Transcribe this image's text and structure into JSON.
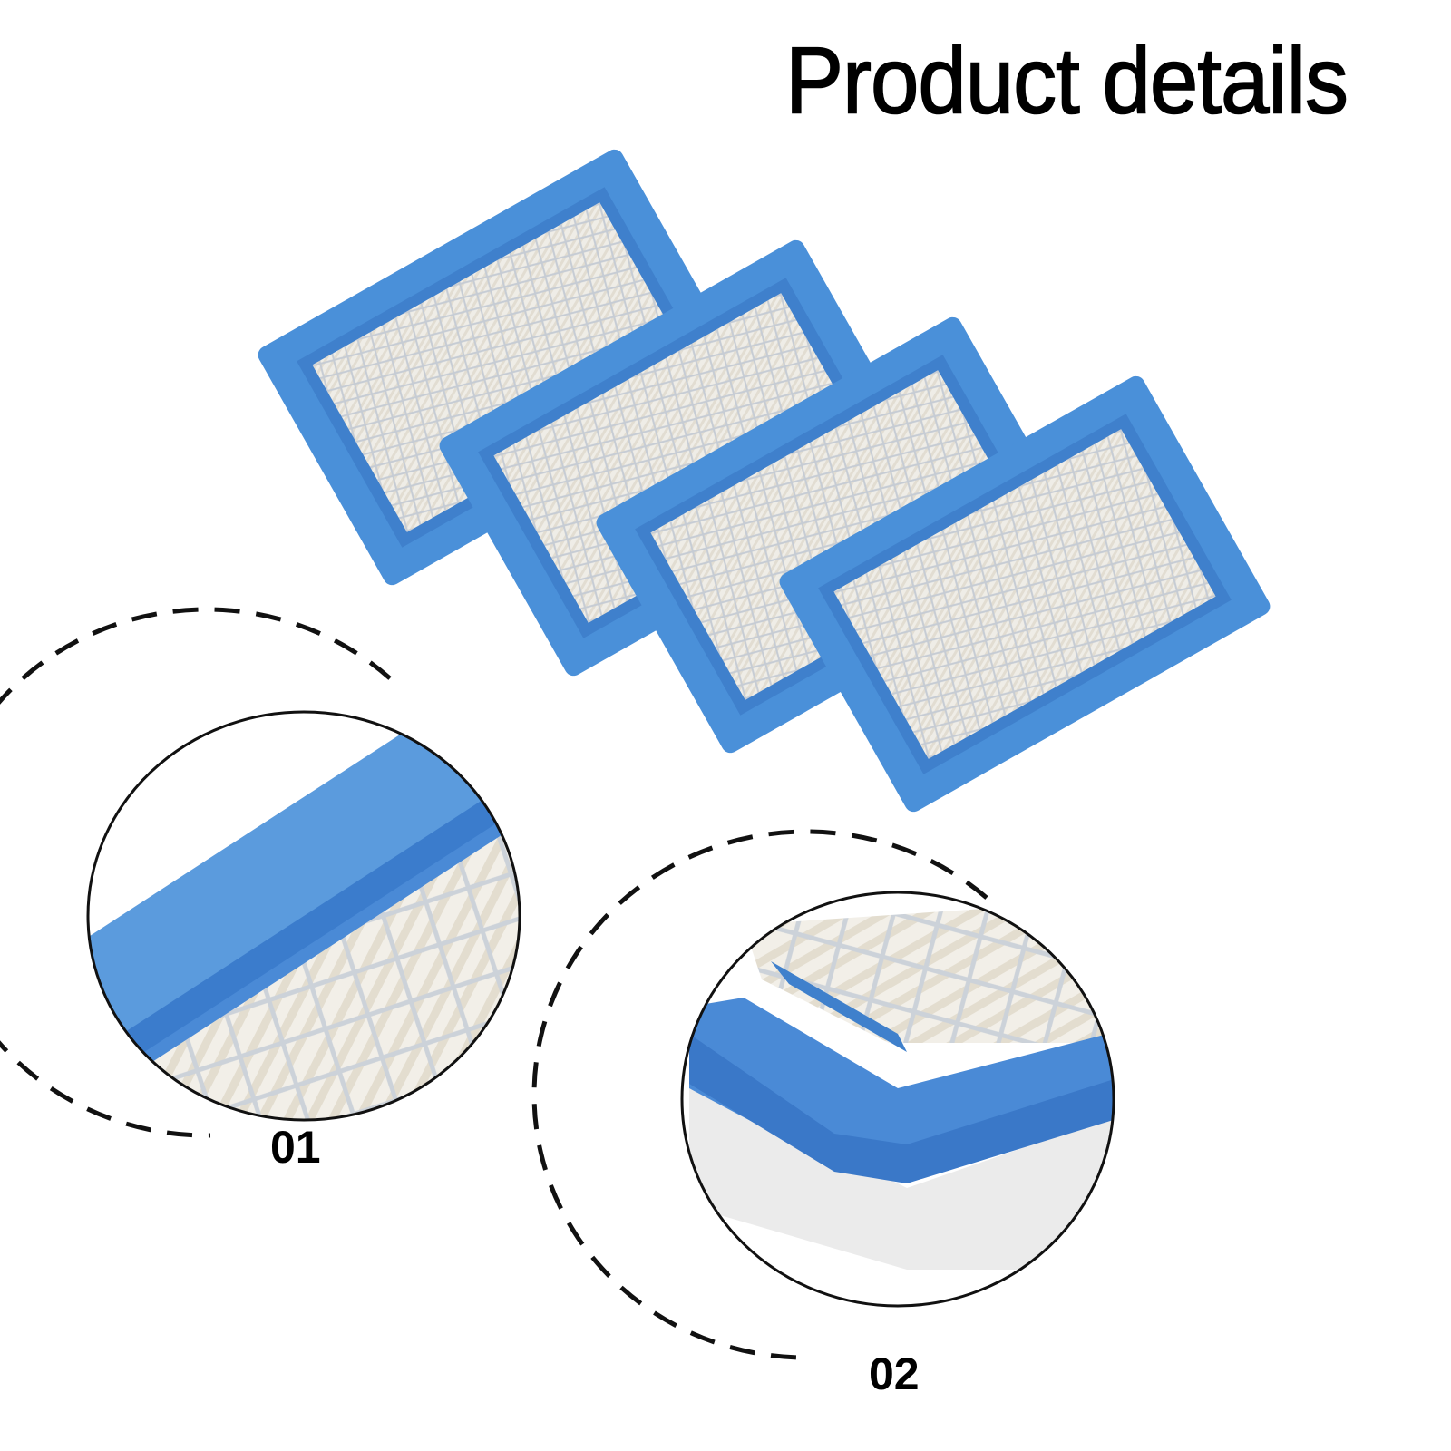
{
  "title": "Product details",
  "colors": {
    "frame_blue": "#4a90d9",
    "frame_blue_dark": "#3a78c8",
    "filter_media": "#eceae4",
    "mesh": "#c9cfd6",
    "dashed_line": "#111111"
  },
  "product": {
    "name": "flat panel air filter",
    "quantity_shown": 4
  },
  "callouts": [
    {
      "label": "01",
      "subject": "frame edge and mesh close-up"
    },
    {
      "label": "02",
      "subject": "frame corner and pleated media close-up"
    }
  ]
}
